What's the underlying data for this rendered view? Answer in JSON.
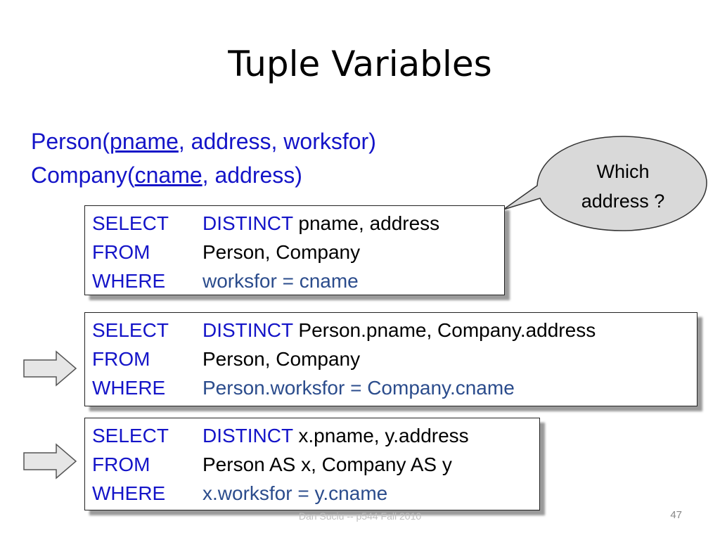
{
  "slide": {
    "title": "Tuple Variables",
    "schema": {
      "person": {
        "name": "Person(",
        "key": "pname",
        "rest": ", address, worksfor)"
      },
      "company": {
        "name": "Company(",
        "key": "cname",
        "rest": ", address)"
      }
    },
    "callout": {
      "line1": "Which",
      "line2": "address ?"
    },
    "queries": [
      {
        "select_kw": "SELECT",
        "distinct_kw": "DISTINCT",
        "select_list": "pname, address",
        "from_kw": "FROM",
        "from_list": "Person, Company",
        "where_kw": "WHERE",
        "where_cond": "worksfor = cname"
      },
      {
        "select_kw": "SELECT",
        "distinct_kw": "DISTINCT",
        "select_list": "Person.pname, Company.address",
        "from_kw": "FROM",
        "from_list": "Person, Company",
        "where_kw": "WHERE",
        "where_cond": "Person.worksfor = Company.cname"
      },
      {
        "select_kw": "SELECT",
        "distinct_kw": "DISTINCT",
        "select_list": "x.pname, y.address",
        "from_kw": "FROM",
        "from_list": "Person AS x, Company AS y",
        "where_kw": "WHERE",
        "where_cond": "x.worksfor = y.cname"
      }
    ],
    "footer": "Dan Suciu -- p544 Fall 2010",
    "page_number": "47"
  },
  "colors": {
    "keyword": "#1414c8",
    "condition": "#2b4c8c",
    "callout_fill": "#d9d9d9",
    "arrow_fill": "#e6e6e6"
  }
}
